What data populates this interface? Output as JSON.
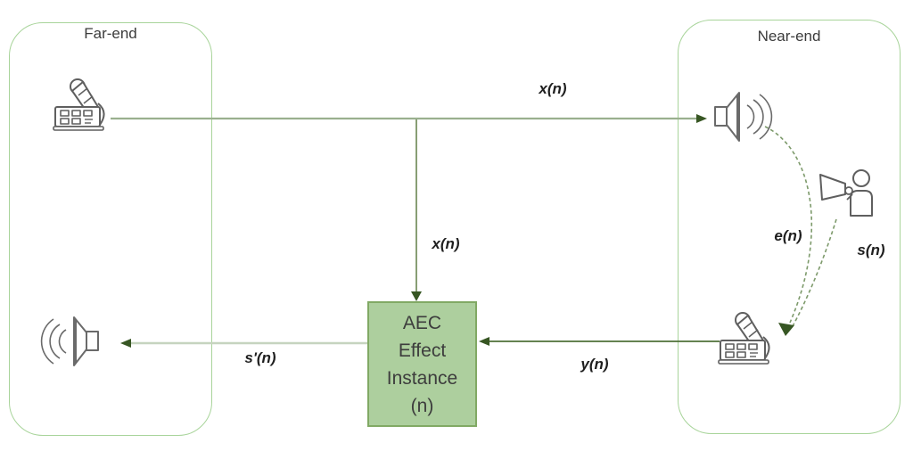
{
  "far_end": {
    "label": "Far-end"
  },
  "near_end": {
    "label": "Near-end"
  },
  "aec_box": {
    "lines": [
      "AEC",
      "Effect",
      "Instance",
      "(n)"
    ]
  },
  "signals": {
    "x_top": "x(n)",
    "x_branch": "x(n)",
    "s_prime": "s'(n)",
    "y": "y(n)",
    "e": "e(n)",
    "s": "s(n)"
  },
  "icons": {
    "far_end_phone": "telephone-icon",
    "far_end_speaker": "loudspeaker-icon",
    "near_end_speaker": "loudspeaker-icon",
    "near_end_talker": "person-megaphone-icon",
    "near_end_phone": "telephone-icon"
  },
  "colors": {
    "container_border": "#a8d49a",
    "aec_fill": "#adcf9e",
    "aec_border": "#81a964",
    "line_light": "#c6d4bf",
    "line_medium": "#9ab08e",
    "line_vertical": "#7a9464",
    "line_dark": "#4f7038",
    "dashed_line": "#7d9a6b",
    "arrowhead": "#375623",
    "icon_stroke": "#5f5f5f",
    "label_text": "#1f1f1f"
  }
}
